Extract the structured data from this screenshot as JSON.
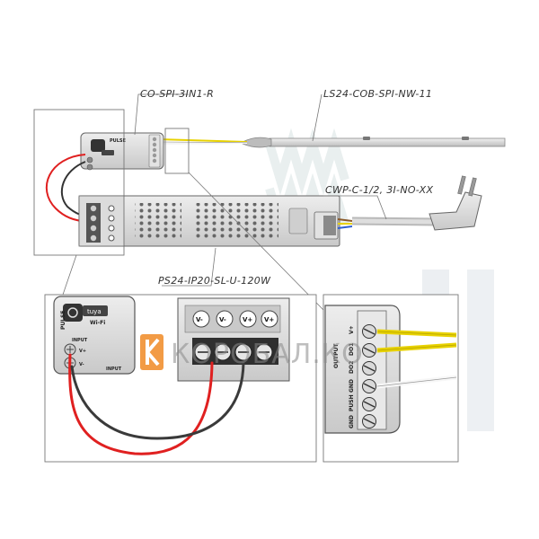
{
  "labels": {
    "controller": "CO-SPI-3IN1-R",
    "strip": "LS24-COB-SPI-NW-11",
    "cable": "CWP-C-1/2, 3I-NO-XX",
    "psu": "PS24-IP20-SL-U-120W"
  },
  "controller_panel": {
    "brand": "PULSE",
    "badge": "tuya",
    "wifi": "Wi-Fi",
    "input_label": "INPUT",
    "input_label_2": "INPUT",
    "terminals": [
      "V+",
      "V-"
    ]
  },
  "psu_panel": {
    "terminals": [
      "V-",
      "V-",
      "V+",
      "V+"
    ]
  },
  "output_panel": {
    "output_label": "OUTPUT",
    "terminals": [
      "V+",
      "DO1",
      "DO2",
      "GND",
      "PUSH",
      "GND"
    ]
  },
  "watermark": {
    "text": "КОРОБАЛ.КО"
  },
  "colors": {
    "positive_wire": "#e02020",
    "negative_wire": "#333333",
    "yellow_wire": "#e8d200",
    "white_wire": "#f4f4f4",
    "blue_wire": "#2f5fd0",
    "brown_wire": "#8a5a2a",
    "device_body": "#d9d9d9"
  }
}
